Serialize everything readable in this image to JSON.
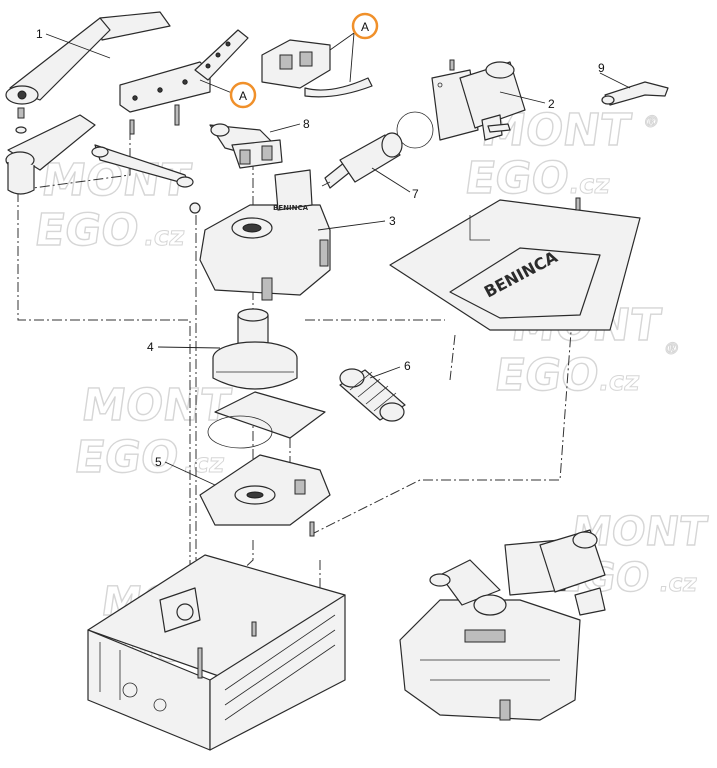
{
  "watermarks": [
    {
      "line1": "MONT",
      "line2": "EGO",
      "suffix": ".cz",
      "reg": "®"
    },
    {
      "line1": "MONT",
      "line2": "EGO",
      "suffix": ".cz",
      "reg": "®"
    },
    {
      "line1": "MONT",
      "line2": "EGO",
      "suffix": ".cz",
      "reg": "®"
    },
    {
      "line1": "MONT",
      "line2": "EGO",
      "suffix": ".cz",
      "reg": "®"
    },
    {
      "line1": "MONT",
      "line2": "EGO",
      "suffix": ".cz",
      "reg": "®"
    }
  ],
  "brand_plate": "BENINCA",
  "brand_cover": "BENINCA",
  "parts": [
    {
      "label": "1"
    },
    {
      "label": "2"
    },
    {
      "label": "3"
    },
    {
      "label": "4"
    },
    {
      "label": "5"
    },
    {
      "label": "6"
    },
    {
      "label": "7"
    },
    {
      "label": "8"
    },
    {
      "label": "9"
    }
  ],
  "callouts": [
    {
      "label": "A"
    },
    {
      "label": "A"
    }
  ],
  "colors": {
    "callout_ring": "#f0902a",
    "line": "#2b2b2b",
    "watermark": "#d6d6d6"
  }
}
